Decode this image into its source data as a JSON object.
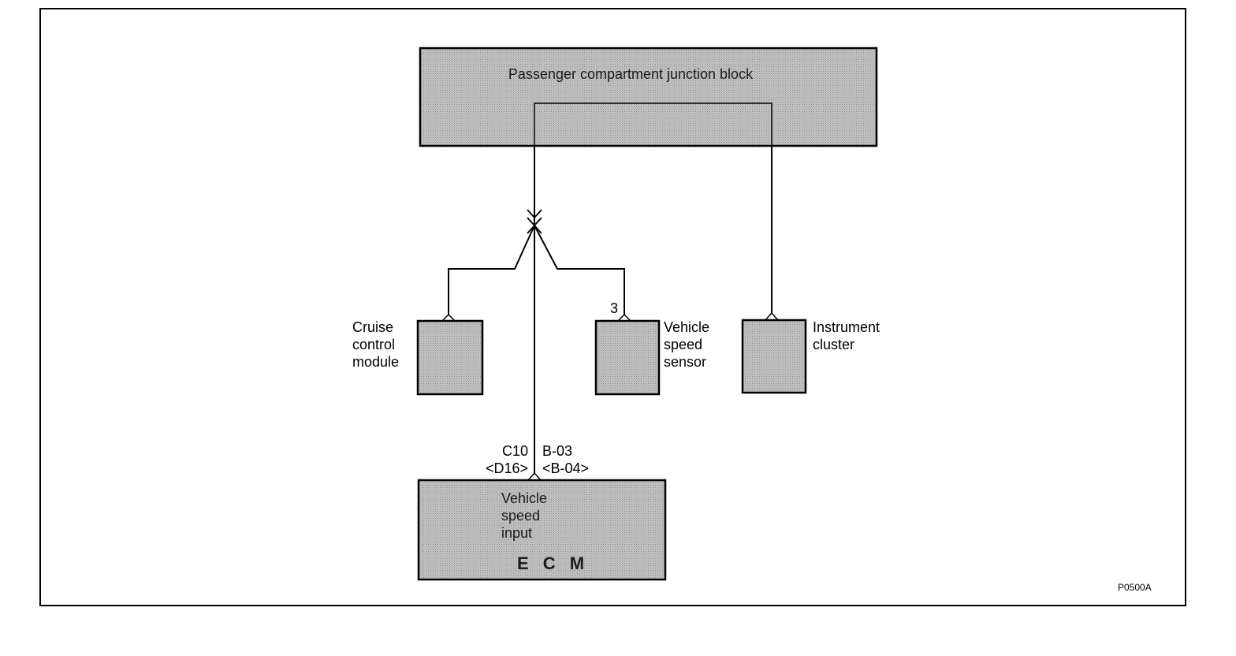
{
  "junction_block": {
    "label": "Passenger compartment junction block"
  },
  "cruise_module": {
    "line1": "Cruise",
    "line2": "control",
    "line3": "module"
  },
  "vss": {
    "pin": "3",
    "line1": "Vehicle",
    "line2": "speed",
    "line3": "sensor"
  },
  "instrument_cluster": {
    "line1": "Instrument",
    "line2": "cluster"
  },
  "ecm": {
    "pin_left_1": "C10",
    "pin_left_2": "<D16>",
    "pin_right_1": "B-03",
    "pin_right_2": "<B-04>",
    "line1": "Vehicle",
    "line2": "speed",
    "line3": "input",
    "name": "E C M"
  },
  "figure_code": "P0500A",
  "colors": {
    "box_fill": "#b8b8b8",
    "box_stroke": "#000000",
    "wire": "#000000"
  }
}
